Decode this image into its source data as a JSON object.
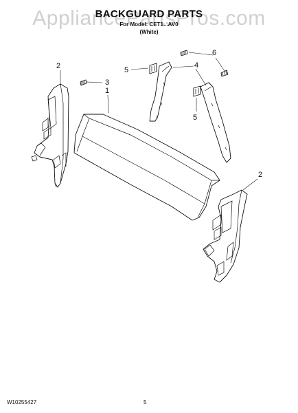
{
  "watermark": "AppliancePartsPros.com",
  "title": "BACKGUARD PARTS",
  "subtitle": "For Model: CET1...AV0",
  "color_note": "(White)",
  "footer": {
    "doc_number": "W10255427",
    "page_number": "5"
  },
  "callouts": [
    {
      "id": "callout-1",
      "label": "1"
    },
    {
      "id": "callout-2-left",
      "label": "2"
    },
    {
      "id": "callout-2-right",
      "label": "2"
    },
    {
      "id": "callout-3",
      "label": "3"
    },
    {
      "id": "callout-4",
      "label": "4"
    },
    {
      "id": "callout-5-top",
      "label": "5"
    },
    {
      "id": "callout-5-bottom",
      "label": "5"
    },
    {
      "id": "callout-6",
      "label": "6"
    }
  ]
}
